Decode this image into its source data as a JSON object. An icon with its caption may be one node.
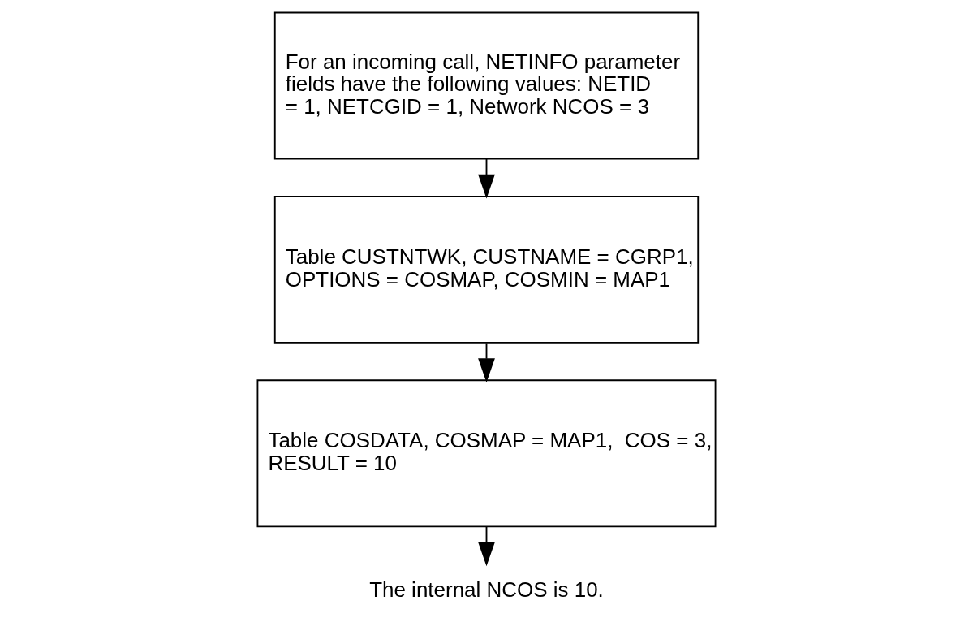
{
  "diagram": {
    "nodes": [
      {
        "text": [
          "For an incoming call, NETINFO parameter fields have the following values: NETID = 1, NETCGID = 1, Network NCOS = 3"
        ]
      },
      {
        "text": [
          "Table CUSTNTWK, CUSTNAME = CGRP1, OPTIONS = COSMAP, COSMIN = MAP1"
        ]
      },
      {
        "text": [
          "Table COSDATA, COSMAP = MAP1,  COS = 3, RESULT = 10"
        ]
      },
      {
        "text": [
          "The internal NCOS is 10."
        ]
      }
    ],
    "edges": [
      {
        "from": 0,
        "to": 1,
        "arrow": "to"
      },
      {
        "from": 1,
        "to": 2,
        "arrow": "to"
      },
      {
        "from": 2,
        "to": 3,
        "arrow": "to"
      }
    ]
  }
}
